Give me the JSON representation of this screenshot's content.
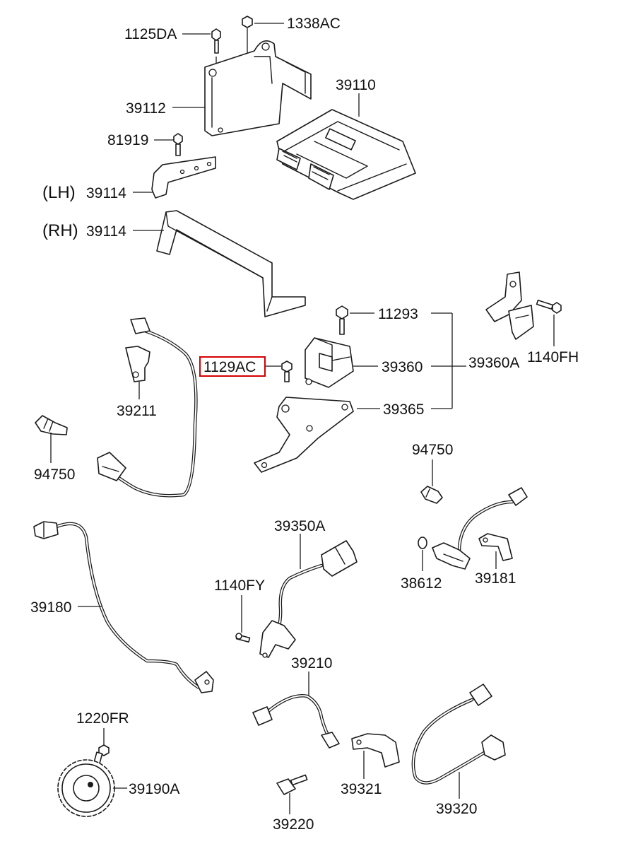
{
  "diagram": {
    "labels": {
      "l1125DA": "1125DA",
      "l1338AC": "1338AC",
      "l39110": "39110",
      "l39112": "39112",
      "l81919": "81919",
      "lLH": "(LH)",
      "l39114a": "39114",
      "lRH": "(RH)",
      "l39114b": "39114",
      "l11293": "11293",
      "l1140FH": "1140FH",
      "l1129AC": "1129AC",
      "l39360": "39360",
      "l39360A": "39360A",
      "l39365": "39365",
      "l39211": "39211",
      "l94750a": "94750",
      "l94750b": "94750",
      "l38612": "38612",
      "l39181": "39181",
      "l39350A": "39350A",
      "l1140FY": "1140FY",
      "l39180": "39180",
      "l39210": "39210",
      "l1220FR": "1220FR",
      "l39190A": "39190A",
      "l39321": "39321",
      "l39220": "39220",
      "l39320": "39320"
    },
    "highlighted_part": "1129AC",
    "colors": {
      "line": "#1a1a1a",
      "highlight": "#d40000",
      "background": "#ffffff"
    }
  }
}
